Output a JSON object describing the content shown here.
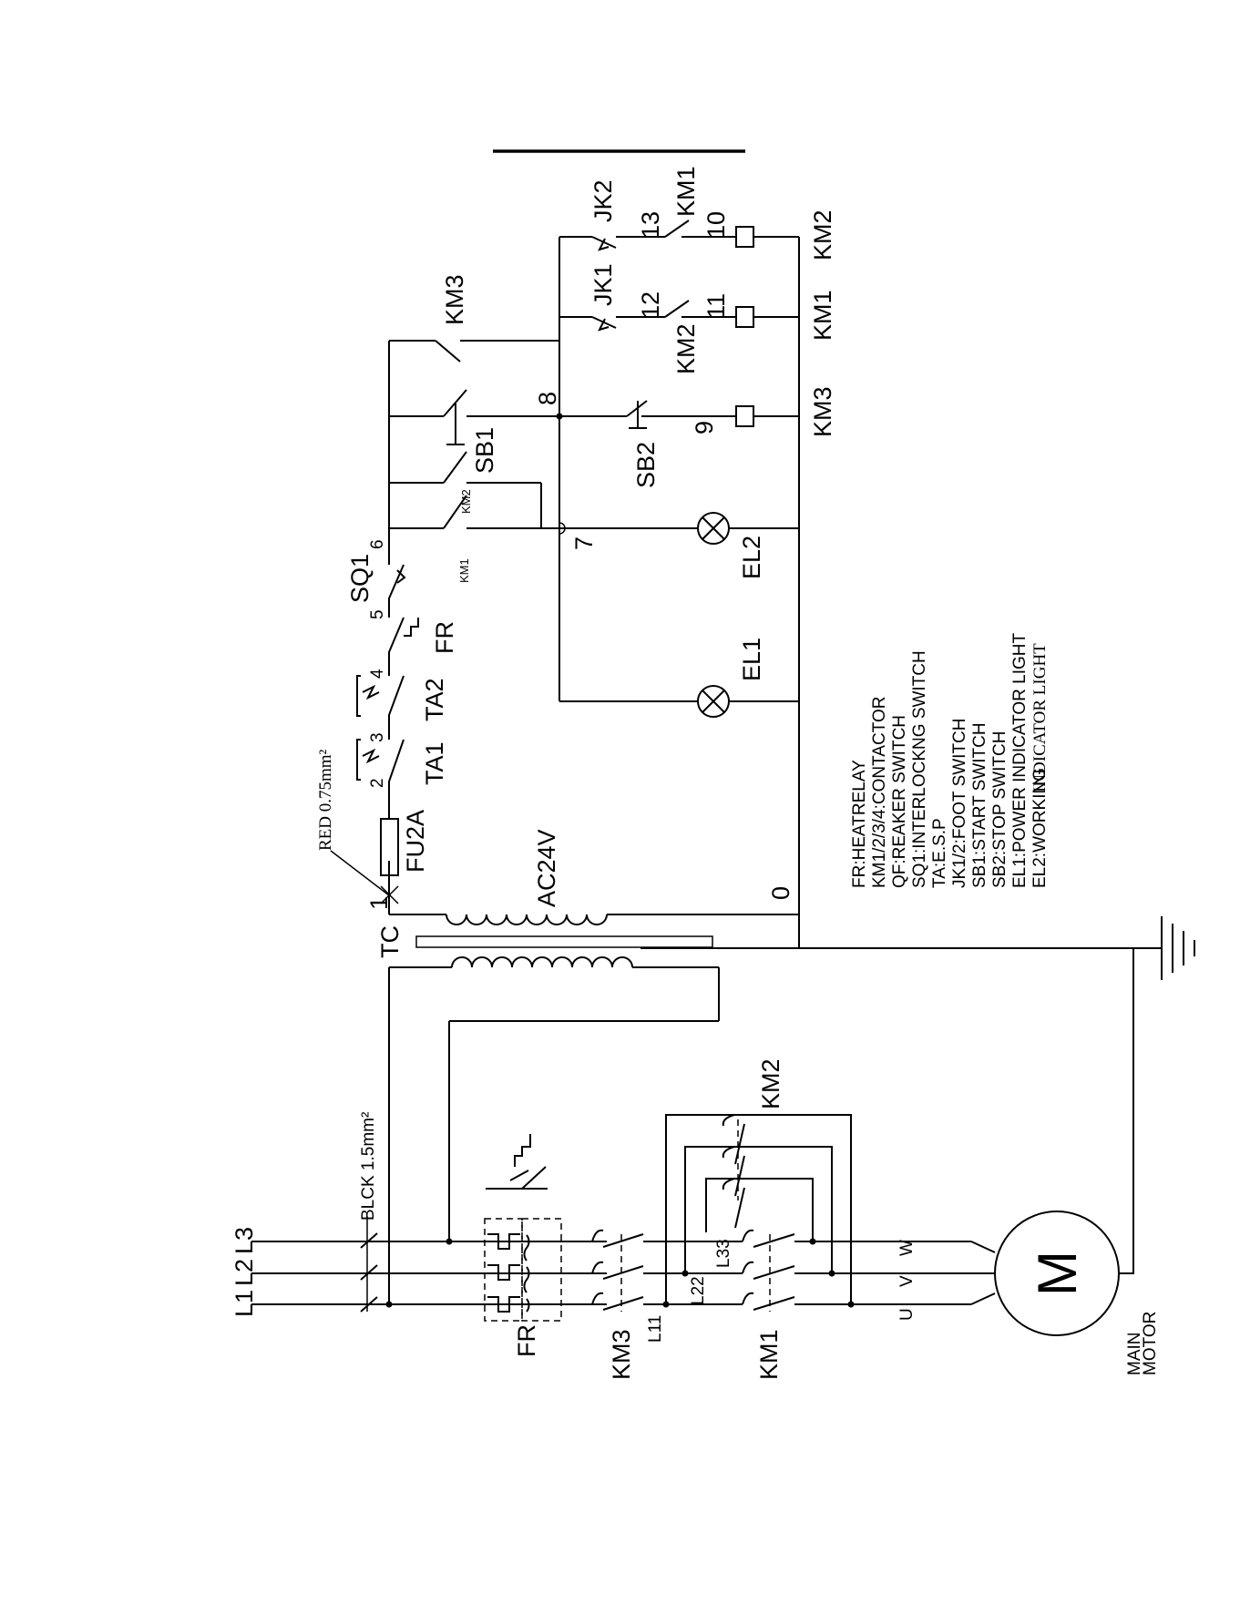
{
  "diagram": {
    "power_lines": [
      "L1",
      "L2",
      "L3"
    ],
    "wire_main": "BLCK 1.5mm²",
    "wire_ctrl": "RED 0.75mm²",
    "transformer": "TC",
    "voltage": "AC24V",
    "fuse": "FU2A",
    "heat_relay": "FR",
    "heat_relay_contact": "FR",
    "contactor_km3": "KM3",
    "contactor_km1": "KM1",
    "contactor_km2": "KM2",
    "phase_l11": "L11",
    "phase_l22": "L22",
    "phase_l33": "L33",
    "motor_u": "U",
    "motor_v": "V",
    "motor_w": "W",
    "motor_symbol": "M",
    "motor_label": [
      "MAIN",
      "MOTOR"
    ],
    "ta1": "TA1",
    "ta2": "TA2",
    "sq1": "SQ1",
    "sb1": "SB1",
    "sb2": "SB2",
    "el1": "EL1",
    "el2": "EL2",
    "jk1": "JK1",
    "jk2": "JK2",
    "aux_km1": "KM1",
    "aux_km2": "KM2",
    "aux_km3": "KM3",
    "nc_km1": "KM1",
    "nc_km2": "KM2",
    "coil_km1": "KM1",
    "coil_km2": "KM2",
    "coil_km3": "KM3",
    "nodes": [
      "0",
      "1",
      "2",
      "3",
      "4",
      "5",
      "6",
      "7",
      "8",
      "9",
      "10",
      "11",
      "12",
      "13"
    ]
  },
  "legend": [
    "FR:HEATRELAY",
    "KM1/2/3/4:CONTACTOR",
    "QF:REAKER SWITCH",
    "SQ1:INTERLOCKNG SWITCH",
    "TA:E.S.P",
    "JK1/2:FOOT SWITCH",
    "SB1:START SWITCH",
    "SB2:STOP SWITCH",
    "EL1:POWER INDICATOR LIGHT",
    "EL2:WORKING"
  ],
  "legend_tail": "INDICATOR LIGHT"
}
